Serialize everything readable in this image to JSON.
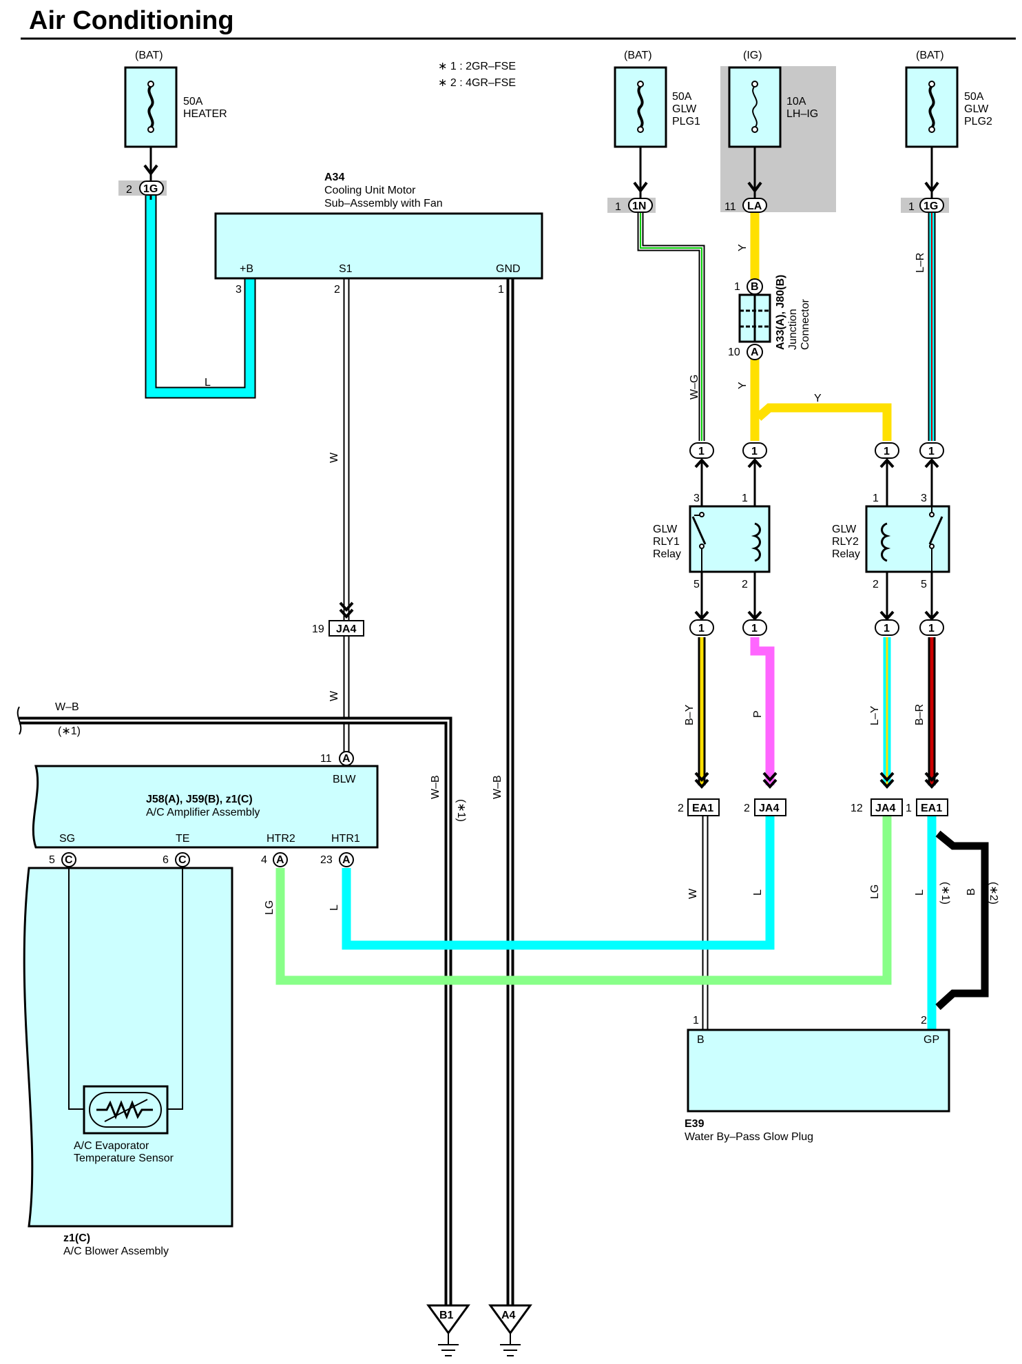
{
  "title": "Air Conditioning",
  "notes": [
    "∗ 1 : 2GR–FSE",
    "∗ 2 : 4GR–FSE"
  ],
  "colors": {
    "L": "#00ffff",
    "Y": "#ffe000",
    "P": "#ff66ff",
    "LG": "#88ff88",
    "W": "#ffffff",
    "B": "#000000",
    "G": "#00cc00",
    "R": "#cc0000",
    "BOX": "#ccffff"
  },
  "fuses": {
    "heater": {
      "source": "(BAT)",
      "rating": "50A",
      "name": "HEATER",
      "pin": "2",
      "conn": "1G"
    },
    "plg1": {
      "source": "(BAT)",
      "rating": "50A",
      "name1": "GLW",
      "name2": "PLG1",
      "pin": "1",
      "conn": "1N"
    },
    "lhig": {
      "source": "(IG)",
      "rating": "10A",
      "name": "LH–IG",
      "pin": "11",
      "conn": "LA"
    },
    "plg2": {
      "source": "(BAT)",
      "rating": "50A",
      "name1": "GLW",
      "name2": "PLG2",
      "pin": "1",
      "conn": "1G"
    }
  },
  "a34": {
    "id": "A34",
    "name1": "Cooling Unit Motor",
    "name2": "Sub–Assembly with Fan",
    "pin_b": "+B",
    "pin_s1": "S1",
    "pin_gnd": "GND",
    "num_b": "3",
    "num_s1": "2",
    "num_gnd": "1"
  },
  "jconn": {
    "id": "A33(A), J80(B)",
    "name1": "Junction",
    "name2": "Connector",
    "top_pin": "1",
    "top_letter": "B",
    "bot_pin": "10",
    "bot_letter": "A"
  },
  "relay1": {
    "name1": "GLW",
    "name2": "RLY1",
    "name3": "Relay",
    "p3": "3",
    "p1": "1",
    "p5": "5",
    "p2": "2"
  },
  "relay2": {
    "name1": "GLW",
    "name2": "RLY2",
    "name3": "Relay",
    "p1": "1",
    "p3": "3",
    "p2": "2",
    "p5": "5"
  },
  "conn_one": "1",
  "ja4_19": {
    "pin": "19",
    "name": "JA4"
  },
  "amp": {
    "id": "J58(A), J59(B), z1(C)",
    "name": "A/C Amplifier Assembly",
    "blw": "BLW",
    "blw_num": "11",
    "blw_letter": "A",
    "sg": "SG",
    "sg_num": "5",
    "sg_letter": "C",
    "te": "TE",
    "te_num": "6",
    "te_letter": "C",
    "htr2": "HTR2",
    "htr2_num": "4",
    "htr2_letter": "A",
    "htr1": "HTR1",
    "htr1_num": "23",
    "htr1_letter": "A"
  },
  "sensor": {
    "name1": "A/C Evaporator",
    "name2": "Temperature Sensor"
  },
  "blower": {
    "id": "z1(C)",
    "name": "A/C Blower Assembly"
  },
  "glow": {
    "id": "E39",
    "name": "Water By–Pass Glow Plug",
    "pin_b": "B",
    "pin_gp": "GP",
    "num_b": "1",
    "num_gp": "2"
  },
  "lower_conns": [
    {
      "pin": "2",
      "name": "EA1"
    },
    {
      "pin": "2",
      "name": "JA4"
    },
    {
      "pin": "12",
      "name": "JA4"
    },
    {
      "pin": "1",
      "name": "EA1"
    }
  ],
  "grounds": [
    "B1",
    "A4"
  ],
  "wires": {
    "L": "L",
    "W": "W",
    "WG": "W–G",
    "Y": "Y",
    "LR": "L–R",
    "WB": "W–B",
    "star1": "(∗1)",
    "star2": "(∗2)",
    "BY": "B–Y",
    "P": "P",
    "LY": "L–Y",
    "BR": "B–R",
    "LG": "LG",
    "B": "B"
  }
}
